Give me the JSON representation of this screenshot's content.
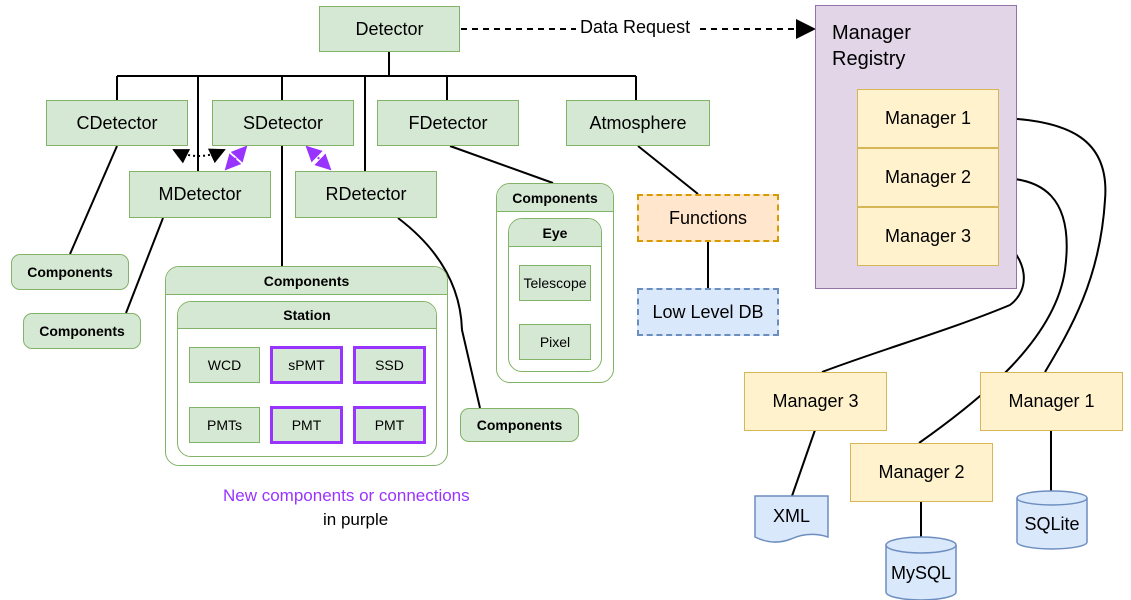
{
  "detector": "Detector",
  "data_request": "Data Request",
  "subdetectors": {
    "cdetector": "CDetector",
    "sdetector": "SDetector",
    "fdetector": "FDetector",
    "atmosphere": "Atmosphere",
    "mdetector": "MDetector",
    "rdetector": "RDetector"
  },
  "components_label": "Components",
  "station": {
    "title": "Station",
    "wcd": "WCD",
    "spmt": "sPMT",
    "ssd": "SSD",
    "pmts": "PMTs",
    "pmt": "PMT"
  },
  "eye": {
    "title": "Eye",
    "telescope": "Telescope",
    "pixel": "Pixel"
  },
  "functions": "Functions",
  "low_level_db": "Low Level DB",
  "registry": {
    "title": "Manager\nRegistry",
    "managers": [
      "Manager 1",
      "Manager 2",
      "Manager 3"
    ]
  },
  "managers_out": {
    "m3": "Manager 3",
    "m2": "Manager 2",
    "m1": "Manager 1"
  },
  "databases": {
    "xml": "XML",
    "mysql": "MySQL",
    "sqlite": "SQLite"
  },
  "legend": {
    "line1": "New components or connections",
    "line2": "in purple"
  },
  "colors": {
    "green_fill": "#d5e8d4",
    "green_stroke": "#82b366",
    "yellow_fill": "#fff2cc",
    "yellow_stroke": "#d6b656",
    "purple_accent": "#9933ff",
    "registry_fill": "#e1d5e7",
    "blue_fill": "#dae8fc",
    "orange_fill": "#ffe6cc"
  }
}
